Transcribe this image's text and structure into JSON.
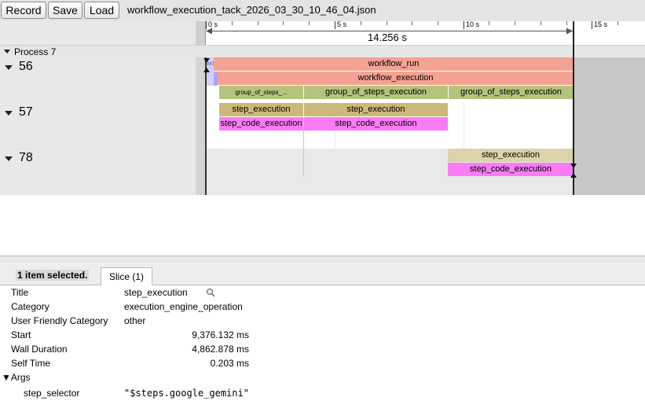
{
  "toolbar": {
    "record_label": "Record",
    "save_label": "Save",
    "load_label": "Load",
    "filename": "workflow_execution_tack_2026_03_30_10_46_04.json"
  },
  "ruler": {
    "tick_labels": [
      "0 s",
      "5 s",
      "10 s",
      "15 s"
    ],
    "range_label": "14.256 s"
  },
  "process": {
    "label": "Process 7"
  },
  "threads": [
    {
      "id": "56"
    },
    {
      "id": "57"
    },
    {
      "id": "78"
    }
  ],
  "slices": {
    "w0": "w0",
    "workflow_run": "workflow_run",
    "workflow_execution": "workflow_execution",
    "group_small": "group_of_steps_...",
    "group_mid": "group_of_steps_execution",
    "group_right": "group_of_steps_execution",
    "step_exec_a": "step_execution",
    "step_exec_b": "step_execution",
    "step_code_a": "step_code_execution",
    "step_code_b": "step_code_execution",
    "step_exec_c": "step_execution",
    "step_code_c": "step_code_execution"
  },
  "colors": {
    "workflow_run": "#f4a292",
    "workflow_execution": "#f4a292",
    "group_of_steps": "#b4c47c",
    "step_execution": "#cdb87b",
    "step_execution_selected": "#ddd3a8",
    "step_code_execution": "#f97bf6",
    "w0": "#a9a9f2"
  },
  "selection": {
    "count_label": "1 item selected.",
    "tab_label": "Slice (1)"
  },
  "details": {
    "title_key": "Title",
    "title_val": "step_execution",
    "category_key": "Category",
    "category_val": "execution_engine_operation",
    "ufc_key": "User Friendly Category",
    "ufc_val": "other",
    "start_key": "Start",
    "start_val": "9,376.132 ms",
    "wall_key": "Wall Duration",
    "wall_val": "4,862.878 ms",
    "self_key": "Self Time",
    "self_val": "0.203 ms",
    "args_key": "▼Args",
    "arg_name": "step_selector",
    "arg_value": "\"$steps.google_gemini\""
  }
}
